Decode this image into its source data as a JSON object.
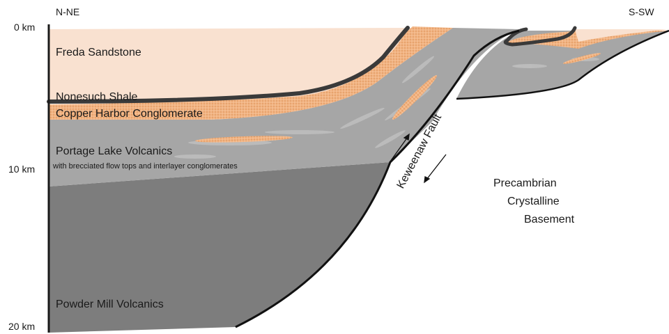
{
  "orientation": {
    "left": "N-NE",
    "right": "S-SW"
  },
  "depth_axis": {
    "ticks": [
      "0 km",
      "10 km",
      "20 km"
    ]
  },
  "units": {
    "freda": "Freda Sandstone",
    "nonesuch": "Nonesuch Shale",
    "copper_harbor": "Copper Harbor Conglomerate",
    "portage_lake": "Portage Lake Volcanics",
    "portage_lake_note": "with brecciated flow tops and interlayer conglomerates",
    "powder_mill": "Powder Mill Volcanics"
  },
  "fault_label": "Keweenaw Fault",
  "basement": {
    "line1": "Precambrian",
    "line2": "Crystalline",
    "line3": "Basement"
  },
  "colors": {
    "sandstone": "#f9e1d0",
    "conglomerate": "#f1b483",
    "shale": "#3a3a3a",
    "volcanics_light": "#a6a6a6",
    "volcanics_dark": "#7d7d7d",
    "streak": "#bfbfbf"
  }
}
